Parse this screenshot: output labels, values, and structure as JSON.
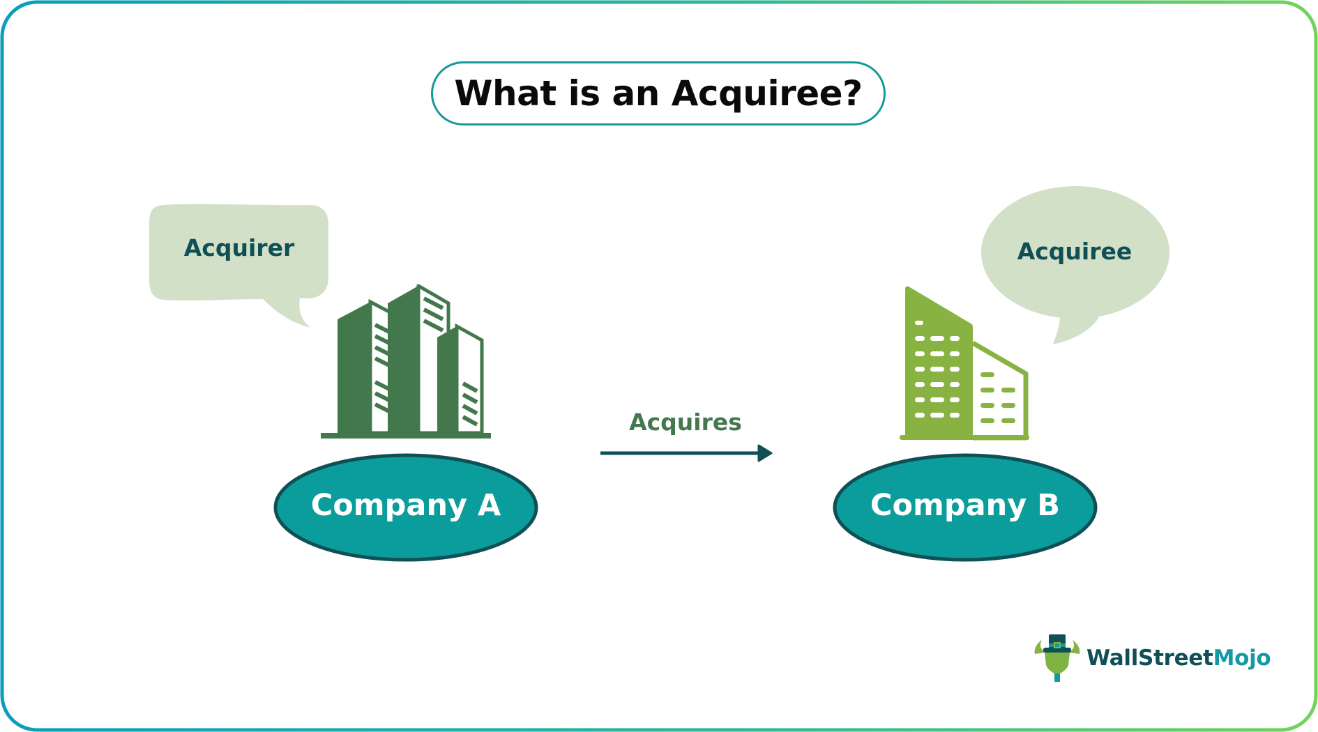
{
  "title": "What is an Acquiree?",
  "acquirer": {
    "bubble_label": "Acquirer",
    "company_label": "Company A",
    "building_icon": "office-towers-icon"
  },
  "acquiree": {
    "bubble_label": "Acquiree",
    "company_label": "Company B",
    "building_icon": "office-building-icon"
  },
  "relation": {
    "label": "Acquires",
    "direction": "Company A -> Company B",
    "arrow_icon": "arrow-right-icon"
  },
  "brand": {
    "name_part1": "WallStreet",
    "name_part2": "Mojo",
    "logo_icon": "bull-top-hat-icon"
  },
  "colors": {
    "frame_gradient_start": "#0b9dbb",
    "frame_gradient_end": "#72d35a",
    "title_border": "#139a99",
    "bubble_fill": "#d3e0c8",
    "bubble_text": "#0f4f55",
    "ellipse_fill": "#0b9d9c",
    "ellipse_border": "#0f5057",
    "building_a": "#43784d",
    "building_b": "#88b342",
    "acquires_text": "#43784d",
    "arrow": "#0f5057"
  }
}
